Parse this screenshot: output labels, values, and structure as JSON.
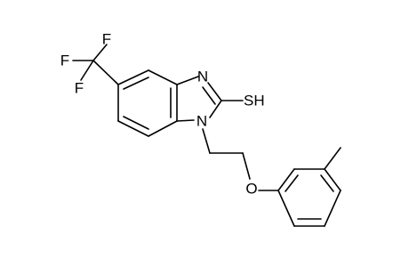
{
  "molecule": {
    "atoms": {
      "F_top": "F",
      "F_left": "F",
      "F_bottom": "F",
      "N_imine": "N",
      "N_ring": "N",
      "SH": "SH",
      "O": "O"
    }
  }
}
